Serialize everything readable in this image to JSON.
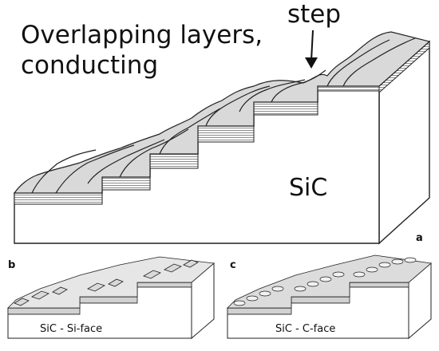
{
  "panel_a": {
    "title_line1": "Overlapping layers,",
    "title_line2": "conducting",
    "step_label": "step",
    "substrate_label": "SiC",
    "panel_letter": "a"
  },
  "panel_b": {
    "panel_letter": "b",
    "substrate_label": "SiC - Si-face"
  },
  "panel_c": {
    "panel_letter": "c",
    "substrate_label": "SiC - C-face"
  },
  "colors": {
    "outline": "#222222",
    "layer_fill": "#d9d9d9",
    "layer_stripe": "#8c8c8c",
    "block_face": "#ffffff"
  }
}
